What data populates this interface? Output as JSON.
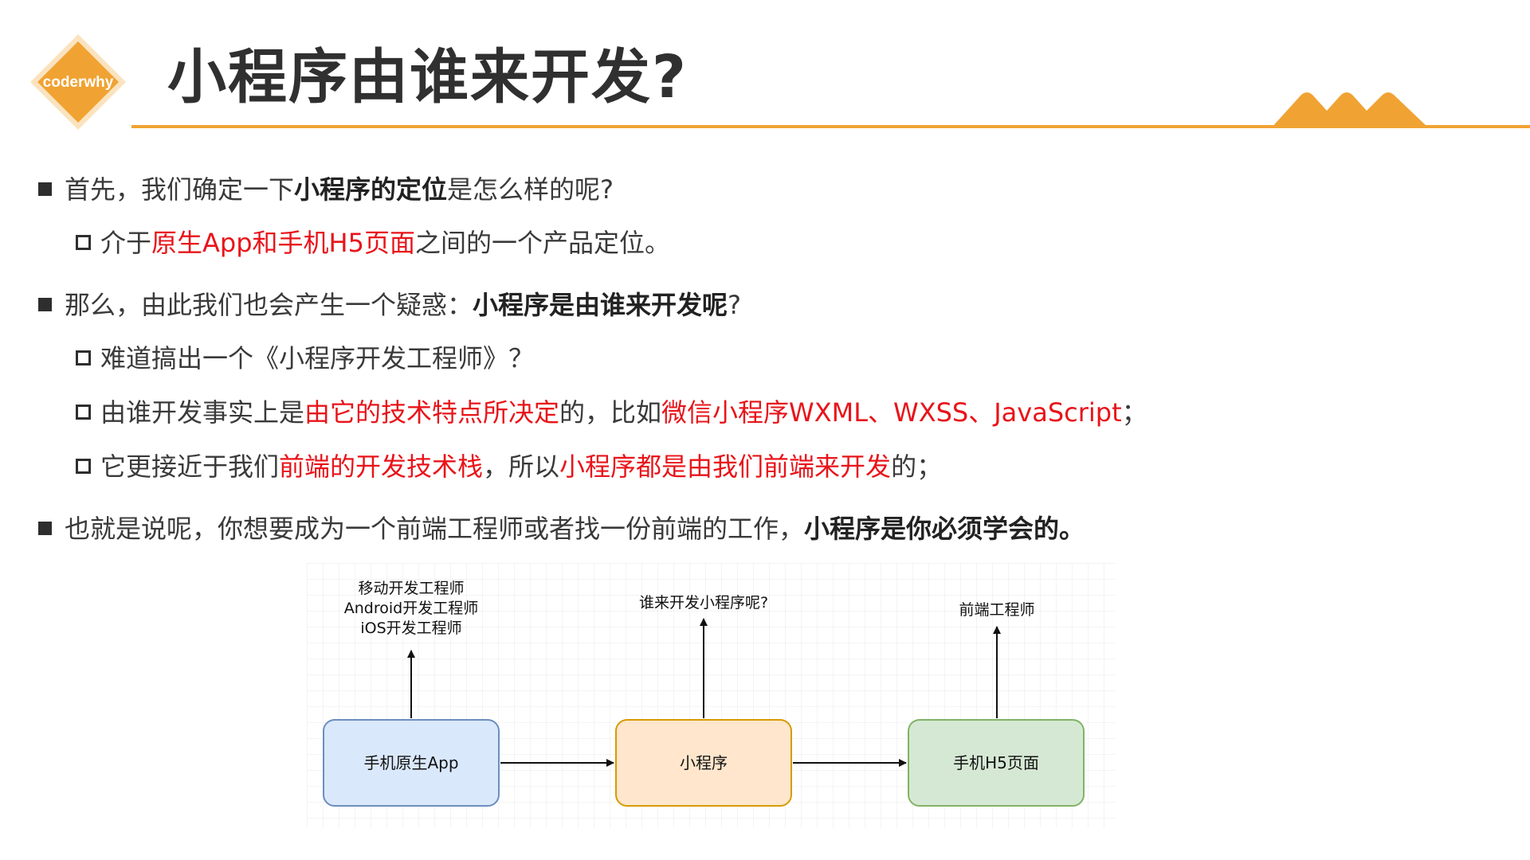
{
  "header": {
    "logo_text": "coderwhy",
    "title": "小程序由谁来开发?"
  },
  "bullets": {
    "b1": {
      "a": "首先，我们确定一下",
      "bold": "小程序的定位",
      "b": "是怎么样的呢?"
    },
    "b1_1": {
      "a": "介于",
      "red": "原生App和手机H5页面",
      "b": "之间的一个产品定位。"
    },
    "b2": {
      "a": "那么，由此我们也会产生一个疑惑：",
      "bold": "小程序是由谁来开发呢",
      "b": "?"
    },
    "b2_1": {
      "text": "难道搞出一个《小程序开发工程师》？"
    },
    "b2_2": {
      "a": "由谁开发事实上是",
      "red1": "由它的技术特点所决定",
      "b": "的，比如",
      "red2": "微信小程序WXML、WXSS、JavaScript",
      "c": "；"
    },
    "b2_3": {
      "a": "它更接近于我们",
      "red1": "前端的开发技术栈",
      "b": "，所以",
      "red2": "小程序都是由我们前端来开发",
      "c": "的；"
    },
    "b3": {
      "a": "也就是说呢，你想要成为一个前端工程师或者找一份前端的工作，",
      "bold": "小程序是你必须学会的。"
    }
  },
  "diagram": {
    "boxes": {
      "native": "手机原生App",
      "mini": "小程序",
      "h5": "手机H5页面"
    },
    "labels": {
      "native_1": "移动开发工程师",
      "native_2": "Android开发工程师",
      "native_3": "iOS开发工程师",
      "mini": "谁来开发小程序呢?",
      "h5": "前端工程师"
    }
  },
  "colors": {
    "accent": "#f0a333",
    "highlight_red": "#e8141a",
    "box_native_fill": "#dae8fc",
    "box_native_stroke": "#6c8ebf",
    "box_mini_fill": "#ffe6cc",
    "box_mini_stroke": "#d79b00",
    "box_h5_fill": "#d5e8d4",
    "box_h5_stroke": "#82b366"
  }
}
